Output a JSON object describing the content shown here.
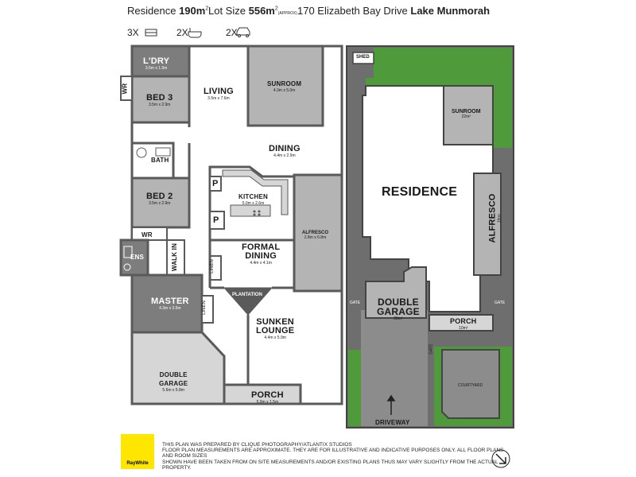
{
  "header": {
    "residence_label": "Residence",
    "residence_value": "190m",
    "lot_label": "Lot Size",
    "lot_value": "556m",
    "lot_note": "(APPROX)",
    "address": "170 Elizabeth Bay Drive",
    "suburb": "Lake Munmorah"
  },
  "features": {
    "beds": "3X",
    "baths": "2X",
    "cars": "2X"
  },
  "rooms": {
    "laundry": {
      "name": "L'DRY",
      "dims": "3.5m x 1.9m"
    },
    "bed3": {
      "name": "BED 3",
      "dims": "3.5m x 2.9m"
    },
    "wr_top": {
      "name": "WR"
    },
    "living": {
      "name": "LIVING",
      "dims": "3.5m x 7.6m"
    },
    "sunroom": {
      "name": "SUNROOM",
      "dims": "4.3m x 5.0m"
    },
    "bath": {
      "name": "BATH"
    },
    "dining": {
      "name": "DINING",
      "dims": "4.4m x 2.9m"
    },
    "kitchen": {
      "name": "KITCHEN",
      "dims": "5.0m x 2.6m"
    },
    "pantry1": {
      "name": "P"
    },
    "pantry2": {
      "name": "P"
    },
    "bed2": {
      "name": "BED 2",
      "dims": "3.5m x 2.9m"
    },
    "wr_mid": {
      "name": "WR"
    },
    "ens": {
      "name": "ENS"
    },
    "walkin": {
      "name": "WALK IN"
    },
    "formal_dining": {
      "name": "FORMAL DINING",
      "line1": "FORMAL",
      "line2": "DINING",
      "dims": "4.4m x 4.1m"
    },
    "linen1": {
      "name": "LINEN"
    },
    "linen2": {
      "name": "LINEN"
    },
    "alfresco": {
      "name": "ALFRESCO",
      "dims": "2.8m x 6.8m"
    },
    "plantation": {
      "name": "PLANTATION"
    },
    "master": {
      "name": "MASTER",
      "dims": "4.3m x 3.5m"
    },
    "sunken_lounge": {
      "name": "SUNKEN LOUNGE",
      "line1": "SUNKEN",
      "line2": "LOUNGE",
      "dims": "4.4m x 5.9m"
    },
    "double_garage": {
      "name": "DOUBLE GARAGE",
      "line1": "DOUBLE",
      "line2": "GARAGE",
      "dims": "5.6m x 5.8m"
    },
    "porch": {
      "name": "PORCH",
      "dims": "5.9m x 1.5m"
    }
  },
  "site": {
    "shed": "SHED",
    "residence": "RESIDENCE",
    "sunroom": "SUNROOM",
    "sunroom_area": "22m²",
    "alfresco": "ALFRESCO",
    "alfresco_area": "19m²",
    "garage_line1": "DOUBLE",
    "garage_line2": "GARAGE",
    "garage_area": "33m²",
    "porch": "PORCH",
    "porch_area": "10m²",
    "gate": "GATE",
    "courtyard": "COURTYARD",
    "driveway": "DRIVEWAY"
  },
  "footer": {
    "line1": "This plan was prepared by Clique Photography/Atlantix Studios",
    "line2": "Floor plan measurements are approximate. They are for illustrative and indicative purposes only. All floor plans and room sizes",
    "line3": "shown have been taken from on site measurements and/or existing plans thus may vary slightly from the actual property.",
    "logo": "RayWhite"
  },
  "colors": {
    "wall": "#5a5a5a",
    "dark_room": "#7d7d7d",
    "mid_room": "#b4b4b4",
    "light_room": "#d6d6d6",
    "floor": "#ffffff",
    "lawn": "#4f9a3a",
    "lawn_light": "#7fbf5f",
    "logo_yellow": "#ffe600"
  }
}
